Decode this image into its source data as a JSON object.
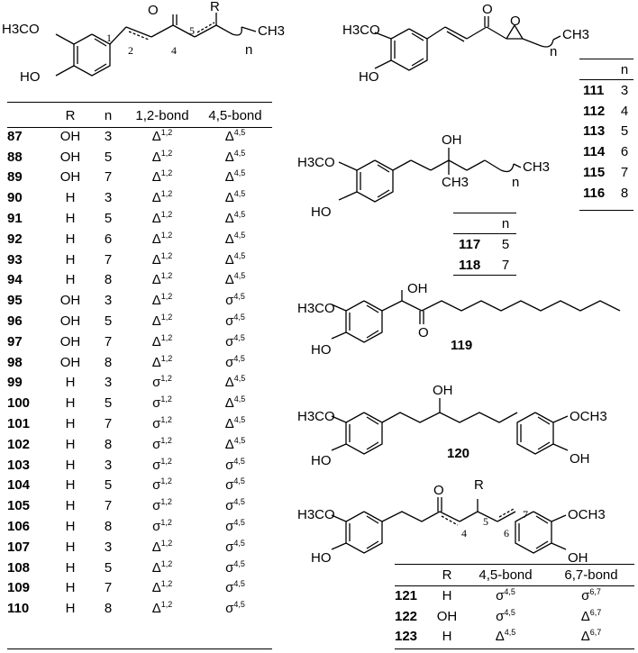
{
  "structure_top_left": {
    "h3co": "H3CO",
    "ho": "HO",
    "o": "O",
    "r": "R",
    "ch3": "CH3",
    "n": "n",
    "locants": [
      "1",
      "2",
      "4",
      "5"
    ]
  },
  "main_table": {
    "headers": [
      "",
      "R",
      "n",
      "1,2-bond",
      "4,5-bond"
    ],
    "rows": [
      {
        "id": "87",
        "r": "OH",
        "n": "3",
        "b12": "Δ",
        "b12s": "1,2",
        "b45": "Δ",
        "b45s": "4,5"
      },
      {
        "id": "88",
        "r": "OH",
        "n": "5",
        "b12": "Δ",
        "b12s": "1,2",
        "b45": "Δ",
        "b45s": "4,5"
      },
      {
        "id": "89",
        "r": "OH",
        "n": "7",
        "b12": "Δ",
        "b12s": "1,2",
        "b45": "Δ",
        "b45s": "4,5"
      },
      {
        "id": "90",
        "r": "H",
        "n": "3",
        "b12": "Δ",
        "b12s": "1,2",
        "b45": "Δ",
        "b45s": "4,5"
      },
      {
        "id": "91",
        "r": "H",
        "n": "5",
        "b12": "Δ",
        "b12s": "1,2",
        "b45": "Δ",
        "b45s": "4,5"
      },
      {
        "id": "92",
        "r": "H",
        "n": "6",
        "b12": "Δ",
        "b12s": "1,2",
        "b45": "Δ",
        "b45s": "4,5"
      },
      {
        "id": "93",
        "r": "H",
        "n": "7",
        "b12": "Δ",
        "b12s": "1,2",
        "b45": "Δ",
        "b45s": "4,5"
      },
      {
        "id": "94",
        "r": "H",
        "n": "8",
        "b12": "Δ",
        "b12s": "1,2",
        "b45": "Δ",
        "b45s": "4,5"
      },
      {
        "id": "95",
        "r": "OH",
        "n": "3",
        "b12": "Δ",
        "b12s": "1,2",
        "b45": "σ",
        "b45s": "4,5"
      },
      {
        "id": "96",
        "r": "OH",
        "n": "5",
        "b12": "Δ",
        "b12s": "1,2",
        "b45": "σ",
        "b45s": "4,5"
      },
      {
        "id": "97",
        "r": "OH",
        "n": "7",
        "b12": "Δ",
        "b12s": "1,2",
        "b45": "σ",
        "b45s": "4,5"
      },
      {
        "id": "98",
        "r": "OH",
        "n": "8",
        "b12": "Δ",
        "b12s": "1,2",
        "b45": "σ",
        "b45s": "4,5"
      },
      {
        "id": "99",
        "r": "H",
        "n": "3",
        "b12": "σ",
        "b12s": "1,2",
        "b45": "Δ",
        "b45s": "4,5"
      },
      {
        "id": "100",
        "r": "H",
        "n": "5",
        "b12": "σ",
        "b12s": "1,2",
        "b45": "Δ",
        "b45s": "4,5"
      },
      {
        "id": "101",
        "r": "H",
        "n": "7",
        "b12": "σ",
        "b12s": "1,2",
        "b45": "Δ",
        "b45s": "4,5"
      },
      {
        "id": "102",
        "r": "H",
        "n": "8",
        "b12": "σ",
        "b12s": "1,2",
        "b45": "Δ",
        "b45s": "4,5"
      },
      {
        "id": "103",
        "r": "H",
        "n": "3",
        "b12": "σ",
        "b12s": "1,2",
        "b45": "σ",
        "b45s": "4,5"
      },
      {
        "id": "104",
        "r": "H",
        "n": "5",
        "b12": "σ",
        "b12s": "1,2",
        "b45": "σ",
        "b45s": "4,5"
      },
      {
        "id": "105",
        "r": "H",
        "n": "7",
        "b12": "σ",
        "b12s": "1,2",
        "b45": "σ",
        "b45s": "4,5"
      },
      {
        "id": "106",
        "r": "H",
        "n": "8",
        "b12": "σ",
        "b12s": "1,2",
        "b45": "σ",
        "b45s": "4,5"
      },
      {
        "id": "107",
        "r": "H",
        "n": "3",
        "b12": "Δ",
        "b12s": "1,2",
        "b45": "σ",
        "b45s": "4,5"
      },
      {
        "id": "108",
        "r": "H",
        "n": "5",
        "b12": "Δ",
        "b12s": "1,2",
        "b45": "σ",
        "b45s": "4,5"
      },
      {
        "id": "109",
        "r": "H",
        "n": "7",
        "b12": "Δ",
        "b12s": "1,2",
        "b45": "σ",
        "b45s": "4,5"
      },
      {
        "id": "110",
        "r": "H",
        "n": "8",
        "b12": "Δ",
        "b12s": "1,2",
        "b45": "σ",
        "b45s": "4,5"
      }
    ]
  },
  "epoxide": {
    "h3co": "H3CO",
    "ho": "HO",
    "o_ketone": "O",
    "o_epoxide": "O",
    "ch3": "CH3",
    "n": "n",
    "table_header": "n",
    "rows": [
      {
        "id": "111",
        "n": "3"
      },
      {
        "id": "112",
        "n": "4"
      },
      {
        "id": "113",
        "n": "5"
      },
      {
        "id": "114",
        "n": "6"
      },
      {
        "id": "115",
        "n": "7"
      },
      {
        "id": "116",
        "n": "8"
      }
    ]
  },
  "tertiary_alcohol": {
    "h3co": "H3CO",
    "ho": "HO",
    "oh": "OH",
    "ch3_branch": "CH3",
    "ch3_end": "CH3",
    "n": "n",
    "table_header": "n",
    "rows": [
      {
        "id": "117",
        "n": "5"
      },
      {
        "id": "118",
        "n": "7"
      }
    ]
  },
  "compound_119": {
    "h3co": "H3CO",
    "ho": "HO",
    "oh": "OH",
    "o": "O",
    "id": "119"
  },
  "compound_120": {
    "h3co": "H3CO",
    "ho": "HO",
    "oh": "OH",
    "och3": "OCH3",
    "oh_right": "OH",
    "id": "120"
  },
  "compound_121_123": {
    "h3co": "H3CO",
    "ho": "HO",
    "o": "O",
    "r": "R",
    "och3": "OCH3",
    "oh_right": "OH",
    "locants": [
      "4",
      "5",
      "6",
      "7"
    ],
    "headers": [
      "",
      "R",
      "4,5-bond",
      "6,7-bond"
    ],
    "rows": [
      {
        "id": "121",
        "r": "H",
        "b45": "σ",
        "b45s": "4,5",
        "b67": "σ",
        "b67s": "6,7"
      },
      {
        "id": "122",
        "r": "OH",
        "b45": "σ",
        "b45s": "4,5",
        "b67": "Δ",
        "b67s": "6,7"
      },
      {
        "id": "123",
        "r": "H",
        "b45": "Δ",
        "b45s": "4,5",
        "b67": "Δ",
        "b67s": "6,7"
      }
    ]
  }
}
